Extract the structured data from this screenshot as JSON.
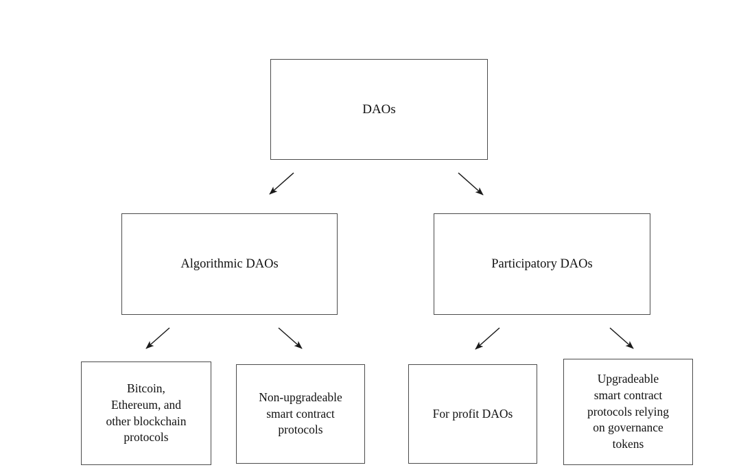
{
  "diagram": {
    "type": "hierarchy-tree",
    "orientation": "top-down",
    "levels": 3,
    "style": {
      "box_fill": "#ffffff",
      "box_border": "#4a4a4a",
      "text_color": "#111111",
      "arrow_color": "#1a1a1a",
      "background": "#ffffff"
    },
    "nodes": {
      "root": {
        "label": "DAOs"
      },
      "level2": [
        {
          "label": "Algorithmic DAOs"
        },
        {
          "label": "Participatory DAOs"
        }
      ],
      "level3": [
        {
          "label": "Bitcoin,\nEthereum, and\nother blockchain\nprotocols"
        },
        {
          "label": "Non-upgradeable\nsmart contract\nprotocols"
        },
        {
          "label": "For profit DAOs"
        },
        {
          "label": "Upgradeable\nsmart contract\nprotocols relying\non governance\ntokens"
        }
      ]
    },
    "edges": [
      {
        "from": "DAOs",
        "to": "Algorithmic DAOs",
        "direction": "down-left"
      },
      {
        "from": "DAOs",
        "to": "Participatory DAOs",
        "direction": "down-right"
      },
      {
        "from": "Algorithmic DAOs",
        "to": "Bitcoin, Ethereum, and other blockchain protocols",
        "direction": "down-left"
      },
      {
        "from": "Algorithmic DAOs",
        "to": "Non-upgradeable smart contract protocols",
        "direction": "down-right"
      },
      {
        "from": "Participatory DAOs",
        "to": "For profit DAOs",
        "direction": "down-left"
      },
      {
        "from": "Participatory DAOs",
        "to": "Upgradeable smart contract protocols relying on governance tokens",
        "direction": "down-right"
      }
    ]
  }
}
